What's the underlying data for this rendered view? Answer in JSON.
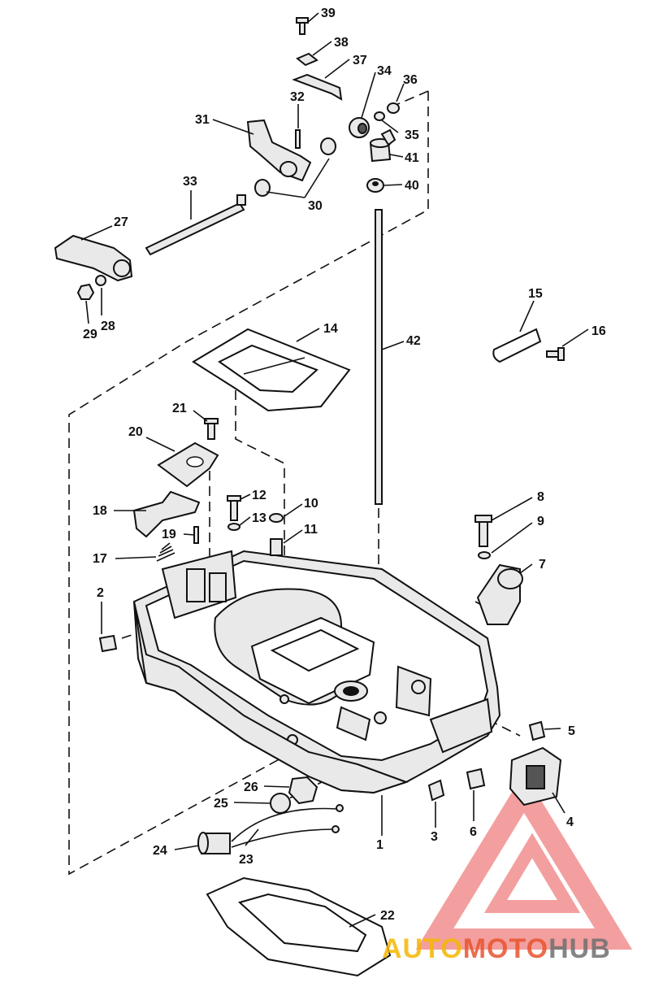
{
  "diagram": {
    "callouts": [
      "1",
      "2",
      "3",
      "4",
      "5",
      "6",
      "7",
      "8",
      "9",
      "10",
      "11",
      "12",
      "13",
      "14",
      "15",
      "16",
      "17",
      "18",
      "19",
      "20",
      "21",
      "22",
      "23",
      "24",
      "25",
      "26",
      "27",
      "28",
      "29",
      "30",
      "31",
      "32",
      "33",
      "34",
      "35",
      "36",
      "37",
      "38",
      "39",
      "40",
      "41",
      "42"
    ]
  },
  "watermark": {
    "part1": "AUTO",
    "part2": "MOTO",
    "part3": "HUB",
    "colors": {
      "logo": "#f08080",
      "auto": "#f5b700",
      "moto": "#e8542e",
      "hub": "#6f6f6f"
    }
  }
}
